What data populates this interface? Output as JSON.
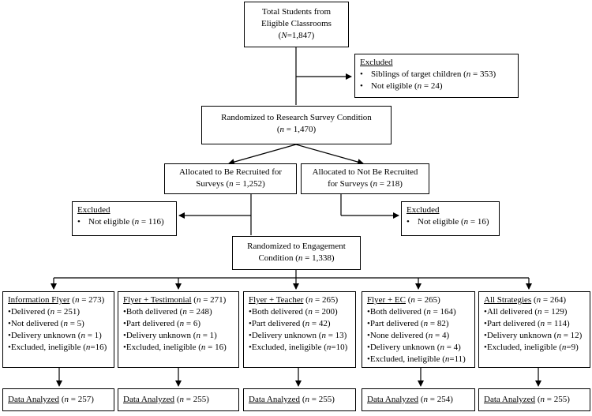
{
  "total": {
    "line1": "Total Students from",
    "line2": "Eligible Classrooms",
    "n_var": "N",
    "n_rest": "=1,847"
  },
  "excluded_top": {
    "title": "Excluded",
    "items": [
      {
        "text": "Siblings of target children (",
        "n": "n",
        "rest": " = 353)"
      },
      {
        "text": "Not eligible (",
        "n": "n",
        "rest": " = 24)"
      }
    ]
  },
  "randomized_survey": {
    "line1": "Randomized to Research Survey Condition",
    "n": "n",
    "rest": " = 1,470)"
  },
  "allocated_recruit": {
    "line1": "Allocated to Be Recruited for",
    "line2a": "Surveys (",
    "n": "n",
    "rest": " = 1,252)"
  },
  "allocated_not": {
    "line1": "Allocated to Not Be Recruited",
    "line2a": "for Surveys (",
    "n": "n",
    "rest": " = 218)"
  },
  "excluded_left": {
    "title": "Excluded",
    "text": "Not eligible (",
    "n": "n",
    "rest": " = 116)"
  },
  "excluded_right": {
    "title": "Excluded",
    "text": "Not eligible (",
    "n": "n",
    "rest": " = 16)"
  },
  "randomized_engagement": {
    "line1": "Randomized to Engagement",
    "line2": "Condition (",
    "n": "n",
    "rest": " = 1,338)"
  },
  "arms": [
    {
      "title": "Information Flyer",
      "title_rest_a": " (",
      "n": "n",
      "title_rest_b": " = 273)",
      "items": [
        {
          "a": "Delivered (",
          "n": "n",
          "b": " = 251)"
        },
        {
          "a": "Not delivered (",
          "n": "n",
          "b": " = 5)"
        },
        {
          "a": "Delivery unknown (",
          "n": "n",
          "b": " = 1)"
        },
        {
          "a": "Excluded, ineligible (",
          "n": "n",
          "b": "=16)"
        }
      ],
      "analyzed": "Data Analyzed",
      "an_a": " (",
      "an_n": "n",
      "an_b": " = 257)"
    },
    {
      "title": "Flyer + Testimonial",
      "title_rest_a": " (",
      "n": "n",
      "title_rest_b": " = 271)",
      "items": [
        {
          "a": "Both delivered (",
          "n": "n",
          "b": " = 248)"
        },
        {
          "a": "Part delivered (",
          "n": "n",
          "b": " = 6)"
        },
        {
          "a": "Delivery unknown (",
          "n": "n",
          "b": " = 1)"
        },
        {
          "a": "Excluded, ineligible (",
          "n": "n",
          "b": " = 16)"
        }
      ],
      "analyzed": "Data Analyzed",
      "an_a": " (",
      "an_n": "n",
      "an_b": " = 255)"
    },
    {
      "title": "Flyer + Teacher",
      "title_rest_a": " (",
      "n": "n",
      "title_rest_b": " = 265)",
      "items": [
        {
          "a": "Both delivered (",
          "n": "n",
          "b": " = 200)"
        },
        {
          "a": "Part delivered (",
          "n": "n",
          "b": " = 42)"
        },
        {
          "a": "Delivery unknown (",
          "n": "n",
          "b": " = 13)"
        },
        {
          "a": "Excluded, ineligible (",
          "n": "n",
          "b": "=10)"
        }
      ],
      "analyzed": "Data Analyzed",
      "an_a": " (",
      "an_n": "n",
      "an_b": " = 255)"
    },
    {
      "title": "Flyer + EC",
      "title_rest_a": " (",
      "n": "n",
      "title_rest_b": " = 265)",
      "items": [
        {
          "a": "Both delivered (",
          "n": "n",
          "b": " = 164)"
        },
        {
          "a": "Part delivered (",
          "n": "n",
          "b": " = 82)"
        },
        {
          "a": "None delivered (",
          "n": "n",
          "b": " = 4)"
        },
        {
          "a": "Delivery unknown (",
          "n": "n",
          "b": " = 4)"
        },
        {
          "a": "Excluded, ineligible (",
          "n": "n",
          "b": "=11)"
        }
      ],
      "analyzed": "Data Analyzed",
      "an_a": " (",
      "an_n": "n",
      "an_b": " = 254)"
    },
    {
      "title": "All Strategies",
      "title_rest_a": " (",
      "n": "n",
      "title_rest_b": " = 264)",
      "items": [
        {
          "a": "All delivered (",
          "n": "n",
          "b": " = 129)"
        },
        {
          "a": "Part delivered (",
          "n": "n",
          "b": " = 114)"
        },
        {
          "a": "Delivery unknown (",
          "n": "n",
          "b": " = 12)"
        },
        {
          "a": "Excluded, ineligible (",
          "n": "n",
          "b": "=9)"
        }
      ],
      "analyzed": "Data Analyzed",
      "an_a": " (",
      "an_n": "n",
      "an_b": " = 255)"
    }
  ],
  "bullet_char": "•"
}
